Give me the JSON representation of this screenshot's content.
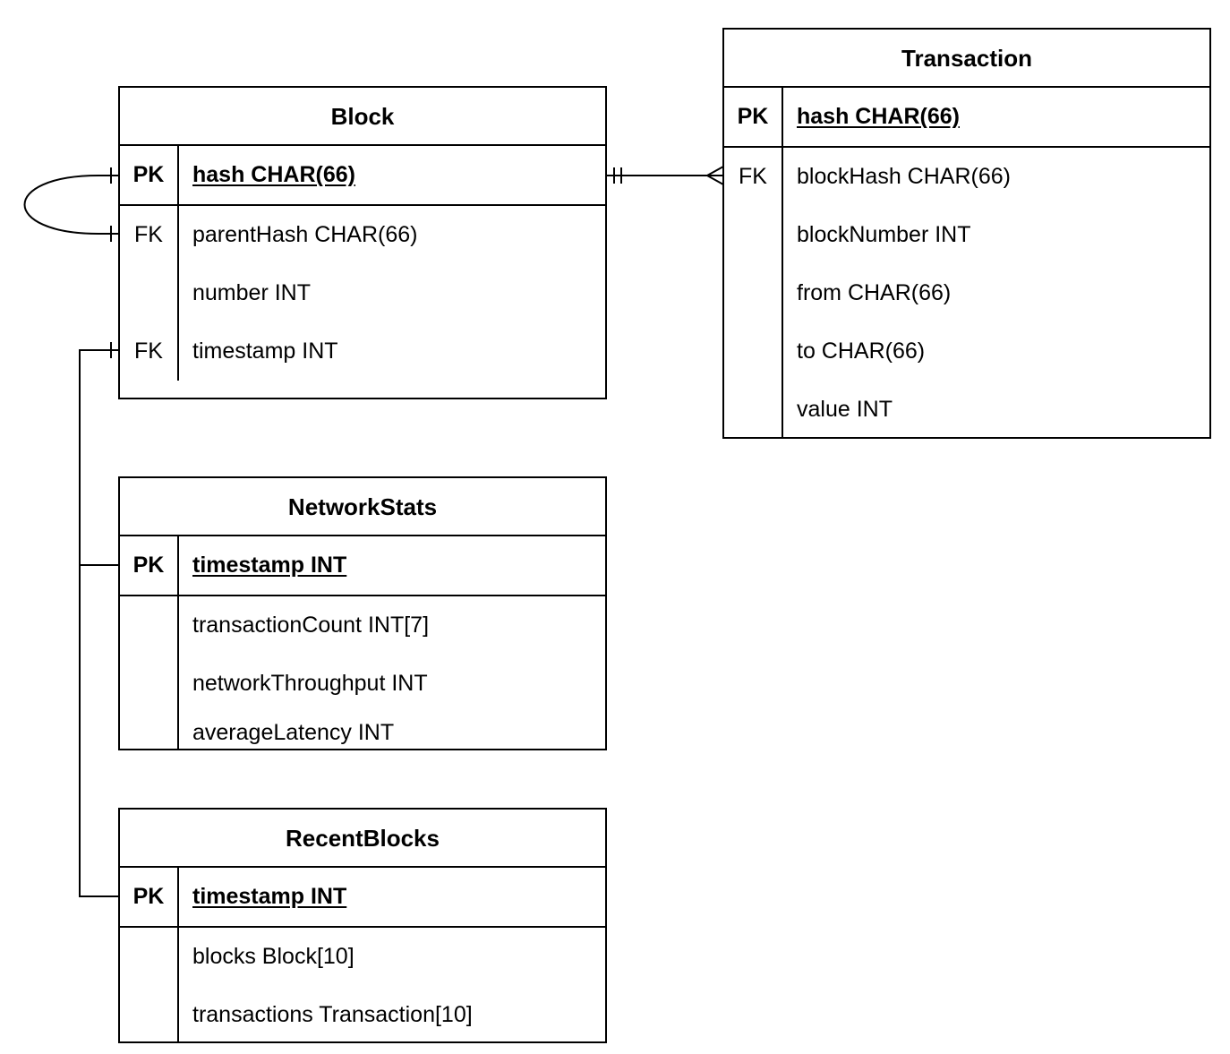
{
  "entities": {
    "block": {
      "title": "Block",
      "pk": {
        "key": "PK",
        "field": "hash CHAR(66)"
      },
      "rows": [
        {
          "key": "FK",
          "field": "parentHash CHAR(66)"
        },
        {
          "key": "",
          "field": "number INT"
        },
        {
          "key": "FK",
          "field": "timestamp INT"
        }
      ]
    },
    "transaction": {
      "title": "Transaction",
      "pk": {
        "key": "PK",
        "field": "hash CHAR(66)"
      },
      "rows": [
        {
          "key": "FK",
          "field": "blockHash CHAR(66)"
        },
        {
          "key": "",
          "field": "blockNumber INT"
        },
        {
          "key": "",
          "field": "from CHAR(66)"
        },
        {
          "key": "",
          "field": "to CHAR(66)"
        },
        {
          "key": "",
          "field": "value INT"
        }
      ]
    },
    "networkstats": {
      "title": "NetworkStats",
      "pk": {
        "key": "PK",
        "field": "timestamp INT"
      },
      "rows": [
        {
          "key": "",
          "field": "transactionCount INT[7]"
        },
        {
          "key": "",
          "field": "networkThroughput INT"
        },
        {
          "key": "",
          "field": "averageLatency INT"
        }
      ]
    },
    "recentblocks": {
      "title": "RecentBlocks",
      "pk": {
        "key": "PK",
        "field": "timestamp INT"
      },
      "rows": [
        {
          "key": "",
          "field": "blocks Block[10]"
        },
        {
          "key": "",
          "field": "transactions Transaction[10]"
        }
      ]
    }
  },
  "colors": {
    "line": "#000000",
    "background": "#ffffff"
  }
}
